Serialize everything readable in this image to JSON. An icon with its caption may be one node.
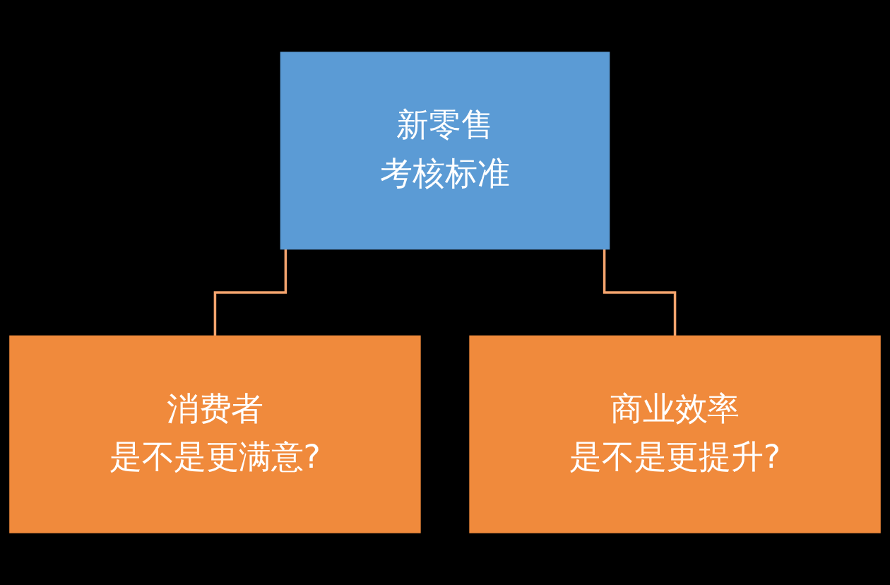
{
  "diagram": {
    "nodes": [
      {
        "text": [
          "新零售",
          "考核标准"
        ]
      },
      {
        "text": [
          "消费者",
          "是不是更满意?"
        ]
      },
      {
        "text": [
          "商业效率",
          "是不是更提升?"
        ]
      }
    ],
    "edges": [
      {
        "from": 0,
        "to": 1,
        "arrow": "none"
      },
      {
        "from": 0,
        "to": 2,
        "arrow": "none"
      }
    ]
  }
}
